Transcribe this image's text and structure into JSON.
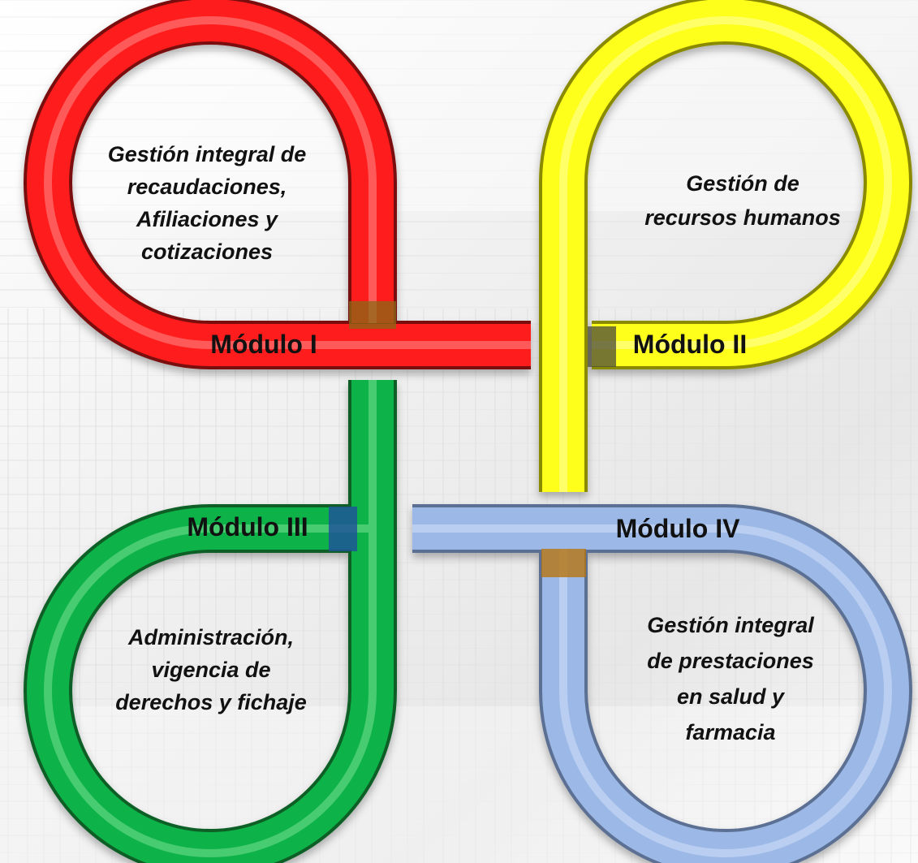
{
  "modules": [
    {
      "label": "Módulo I",
      "color": "#ff1a1a",
      "description_lines": [
        "Gestión integral de",
        "recaudaciones,",
        "Afiliaciones y",
        "cotizaciones"
      ]
    },
    {
      "label": "Módulo II",
      "color": "#ffff1a",
      "description_lines": [
        "Gestión de",
        "recursos humanos"
      ]
    },
    {
      "label": "Módulo III",
      "color": "#11b24a",
      "description_lines": [
        "Administración,",
        "vigencia de",
        "derechos y fichaje"
      ]
    },
    {
      "label": "Módulo IV",
      "color": "#9bb8e7",
      "description_lines": [
        "Gestión integral",
        "de prestaciones",
        "en salud y",
        "farmacia"
      ]
    }
  ],
  "colors": {
    "background": "#efefef",
    "ribbon_edge_dark": "#6b6b6b",
    "text": "#111111"
  }
}
